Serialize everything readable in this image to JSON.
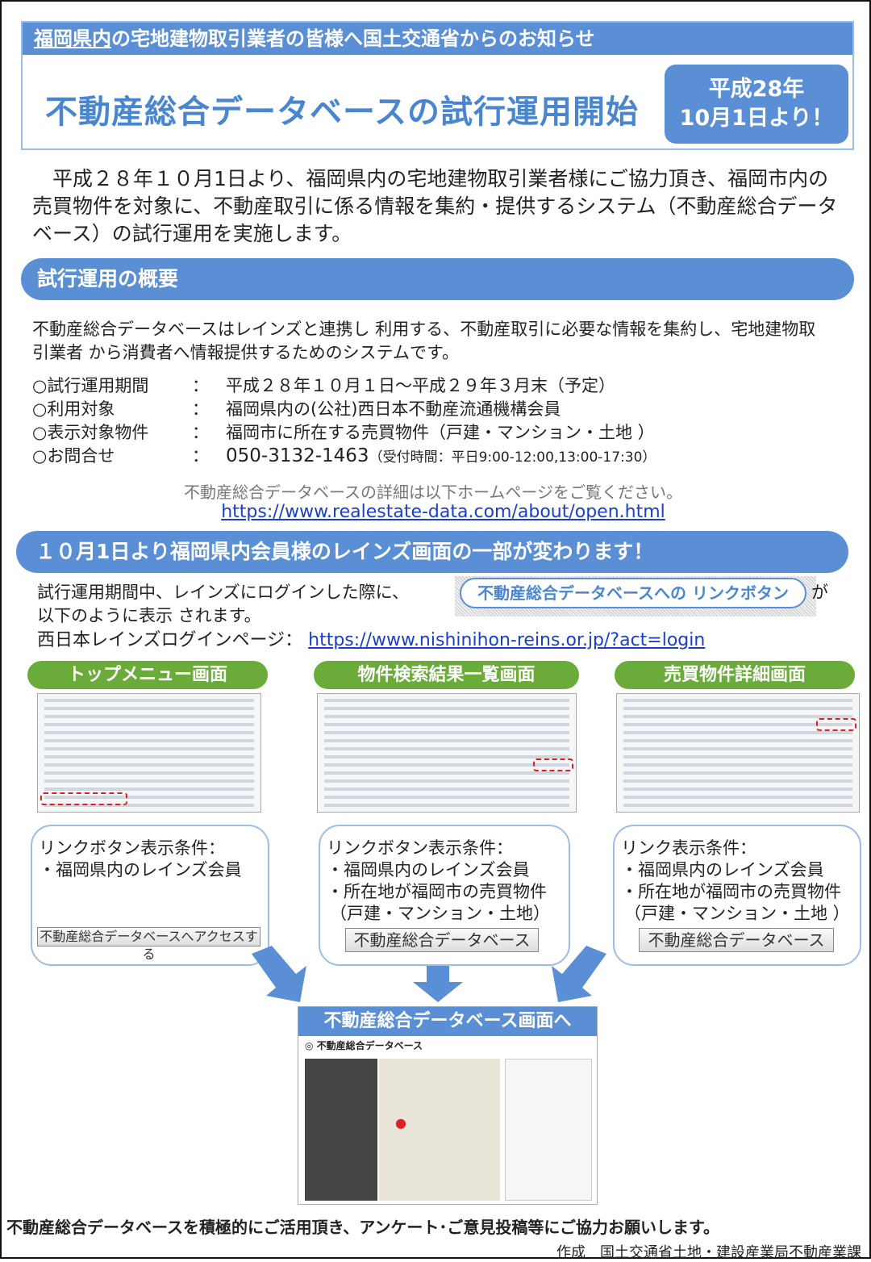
{
  "header": {
    "notice_underlined": "福岡県内",
    "notice_rest": "の宅地建物取引業者の皆様へ国土交通省からのお知らせ",
    "title": "不動産総合データベースの試行運用開始",
    "badge_line1": "平成28年",
    "badge_line2": "10月1日より！"
  },
  "intro": "　平成２８年１０月1日より、福岡県内の宅地建物取引業者様にご協力頂き、福岡市内の売買物件を対象に、不動産取引に係る情報を集約・提供するシステム（不動産総合データベース）の試行運用を実施します。",
  "overview": {
    "heading": "試行運用の概要",
    "text": "不動産総合データベースはレインズと連携し 利用する、不動産取引に必要な情報を集約し、宅地建物取引業者 から消費者へ情報提供するためのシステムです。",
    "rows": [
      {
        "label": "○試行運用期間",
        "sep": "：",
        "value": "平成２８年１０月１日～平成２９年３月末（予定）",
        "note": ""
      },
      {
        "label": "○利用対象",
        "sep": "：",
        "value": "福岡県内の(公社)西日本不動産流通機構会員",
        "note": ""
      },
      {
        "label": "○表示対象物件",
        "sep": "：",
        "value": "福岡市に所在する売買物件（戸建・マンション・土地 ）",
        "note": ""
      },
      {
        "label": "○お問合せ",
        "sep": "：",
        "value": "050-3132-1463",
        "note": "（受付時間：平日9:00-12:00,13:00-17:30）"
      }
    ],
    "detail_text": "不動産総合データベースの詳細は以下ホームページをご覧ください。",
    "detail_url": "https://www.realestate-data.com/about/open.html"
  },
  "change": {
    "heading": "１０月1日より福岡県内会員様のレインズ画面の一部が変わります！",
    "line1": "試行運用期間中、レインズにログインした際に、",
    "link_button": "不動産総合データベースへの リンクボタン",
    "line1_end": "が",
    "line2": "以下のように表示 されます。",
    "login_label": "西日本レインズログインページ：",
    "login_url": "https://www.nishinihon-reins.or.jp/?act=login"
  },
  "screens": [
    {
      "title": "トップメニュー画面",
      "cond_title": "リンクボタン表示条件：",
      "conds": [
        "・福岡県内のレインズ会員"
      ],
      "button": "不動産総合データベースへアクセスする"
    },
    {
      "title": "物件検索結果一覧画面",
      "cond_title": "リンクボタン表示条件：",
      "conds": [
        "・福岡県内のレインズ会員",
        "・所在地が福岡市の売買物件",
        "（戸建・マンション・土地）"
      ],
      "button": "不動産総合データベース"
    },
    {
      "title": "売買物件詳細画面",
      "cond_title": "リンク表示条件：",
      "conds": [
        "・福岡県内のレインズ会員",
        "・所在地が福岡市の売買物件",
        "（戸建・マンション・土地 ）"
      ],
      "button": "不動産総合データベース"
    }
  ],
  "db_screen": {
    "heading": "不動産総合データベース画面へ",
    "app_title": "不動産総合データベース"
  },
  "footer": {
    "closing": "不動産総合データベースを積極的にご活用頂き、アンケート･ご意見投稿等にご協力お願いします。",
    "credit": "作成　国土交通省土地・建設産業局不動産業課"
  },
  "colors": {
    "blue": "#5a8fd6",
    "green": "#6bab3a",
    "link": "#1a3fc9"
  }
}
